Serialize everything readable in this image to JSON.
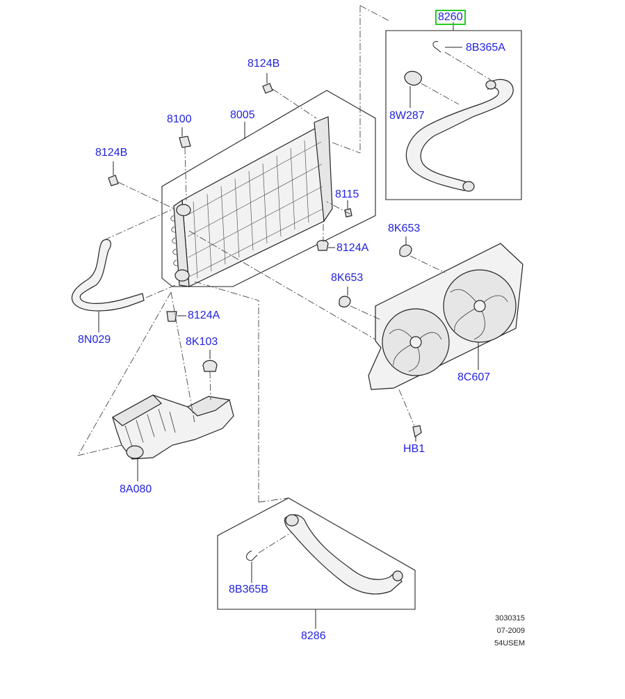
{
  "callouts": {
    "c8260": "8260",
    "c8B365A": "8B365A",
    "c8W287": "8W287",
    "c8124B_top": "8124B",
    "c8100": "8100",
    "c8005": "8005",
    "c8124B_left": "8124B",
    "c8115": "8115",
    "c8124A_right": "8124A",
    "c8K653_top": "8K653",
    "c8K653_mid": "8K653",
    "c8124A_left": "8124A",
    "c8N029": "8N029",
    "c8K103": "8K103",
    "c8C607": "8C607",
    "cHB1": "HB1",
    "c8A080": "8A080",
    "c8B365B": "8B365B",
    "c8286": "8286"
  },
  "footer": {
    "line1": "3030315",
    "line2": "07-2009",
    "line3": "54USEM"
  },
  "colors": {
    "callout_text": "#1f1fe0",
    "highlight": "#22cc22",
    "line_art": "#222222"
  }
}
